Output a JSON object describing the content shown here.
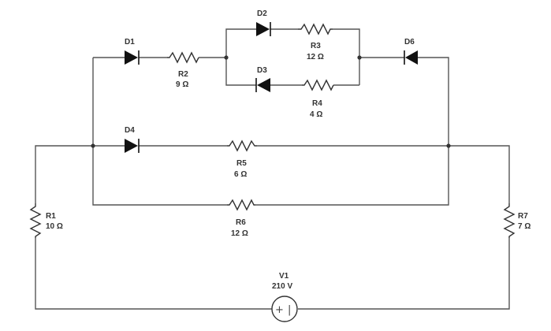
{
  "components": {
    "D1": {
      "name": "D1"
    },
    "D2": {
      "name": "D2"
    },
    "D3": {
      "name": "D3"
    },
    "D4": {
      "name": "D4"
    },
    "D6": {
      "name": "D6"
    },
    "R1": {
      "name": "R1",
      "value": "10 Ω"
    },
    "R2": {
      "name": "R2",
      "value": "9 Ω"
    },
    "R3": {
      "name": "R3",
      "value": "12 Ω"
    },
    "R4": {
      "name": "R4",
      "value": "4 Ω"
    },
    "R5": {
      "name": "R5",
      "value": "6 Ω"
    },
    "R6": {
      "name": "R6",
      "value": "12 Ω"
    },
    "R7": {
      "name": "R7",
      "value": "7 Ω"
    },
    "V1": {
      "name": "V1",
      "value": "210 V",
      "plus": "+",
      "minus": "|"
    }
  }
}
